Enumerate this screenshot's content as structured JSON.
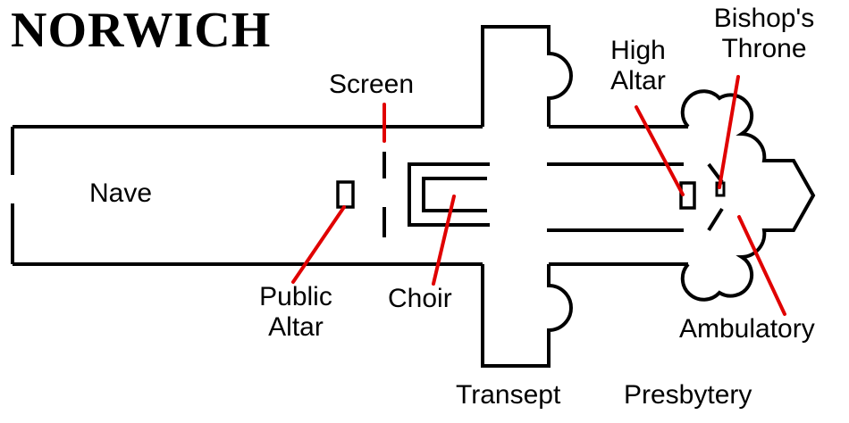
{
  "title": "NORWICH",
  "labels": {
    "nave": "Nave",
    "screen": "Screen",
    "public_altar_line1": "Public",
    "public_altar_line2": "Altar",
    "choir": "Choir",
    "transept": "Transept",
    "high_altar_line1": "High",
    "high_altar_line2": "Altar",
    "bishops_throne_line1": "Bishop's",
    "bishops_throne_line2": "Throne",
    "ambulatory": "Ambulatory",
    "presbytery": "Presbytery"
  },
  "colors": {
    "outline": "#000000",
    "pointer": "#e00000",
    "background": "#ffffff"
  }
}
